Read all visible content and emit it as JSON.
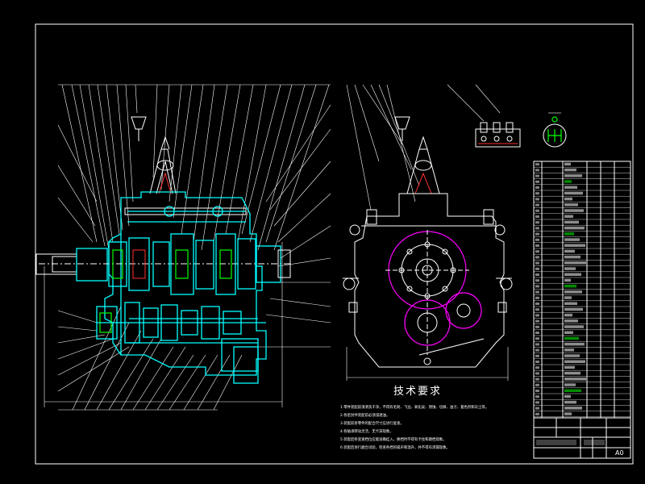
{
  "drawing": {
    "tech_requirements_title": "技术要求",
    "requirements": [
      "1.零件装配前须清洗干净，不得有毛刺、飞边、氧化皮、锈蚀、切屑、油污、着色剂和灰尘等。",
      "2.各密封件装配前必须浸透油。",
      "3.装配前各零件的配合尺寸应进行复查。",
      "4.各轴承转动灵活，无卡滞现象。",
      "5.装配后各变速档位应能准确挂入，换档时不得有卡住和跳档现象。",
      "6.装配后进行磨合试验，检查各档的噪声和温升，并不得有渗漏现象。"
    ],
    "sheet_label": "A0"
  }
}
